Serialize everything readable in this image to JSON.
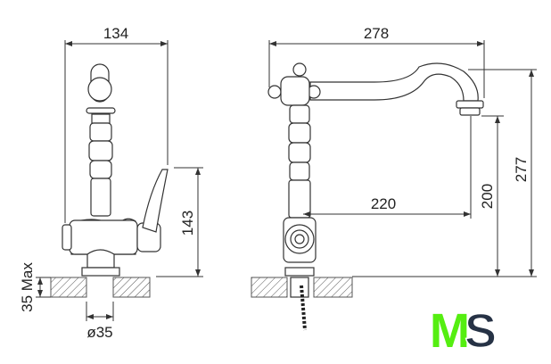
{
  "drawing": {
    "front_view": {
      "width": "134",
      "height": "143",
      "deck_thickness": "35 Max",
      "hole_diameter": "ø35"
    },
    "side_view": {
      "reach_total": "278",
      "total_height": "277",
      "spout_height": "200",
      "spout_reach": "220"
    }
  },
  "logo": {
    "text_m": "M",
    "text_s": "S",
    "color_m": "#55ee11",
    "color_s": "#263245"
  },
  "colors": {
    "line": "#333333"
  }
}
